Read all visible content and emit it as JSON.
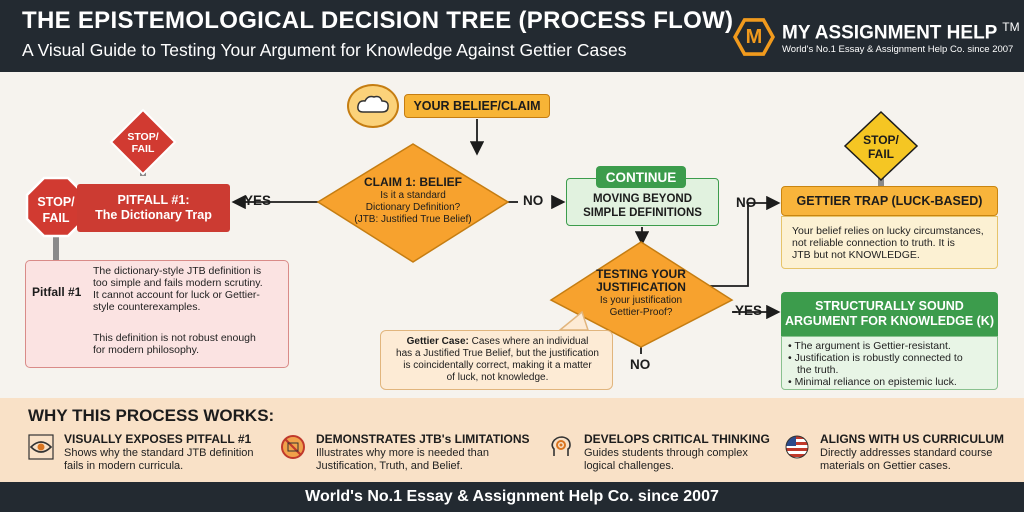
{
  "header": {
    "title": "THE EPISTEMOLOGICAL DECISION TREE (PROCESS FLOW)",
    "subtitle": "A Visual Guide to Testing Your Argument for Knowledge Against Gettier Cases",
    "brand_letter": "M",
    "brand_name": "MY ASSIGNMENT HELP",
    "brand_tm": "TM",
    "brand_tagline": "World's No.1 Essay & Assignment Help Co. since 2007"
  },
  "flow": {
    "start": "YOUR BELIEF/CLAIM",
    "claim1": {
      "title": "CLAIM 1: BELIEF",
      "lines": [
        "Is it a standard",
        "Dictionary Definition?",
        "(JTB: Justified True Belief)"
      ]
    },
    "yes_label": "YES",
    "no_label": "NO",
    "stop_label": [
      "STOP/",
      "FAIL"
    ],
    "pitfall": {
      "title": [
        "PITFALL #1:",
        "The Dictionary Trap"
      ],
      "tag": "Pitfall #1",
      "text_lines": [
        "The dictionary-style JTB definition is",
        "too simple and fails modern scrutiny.",
        "It cannot account for luck or Gettier-",
        "style counterexamples."
      ],
      "note_lines": [
        "This definition is not robust enough",
        "for modern philosophy."
      ]
    },
    "continue": "CONTINUE",
    "moving": [
      "MOVING BEYOND",
      "SIMPLE DEFINITIONS"
    ],
    "testing": {
      "title": [
        "TESTING YOUR",
        "JUSTIFICATION"
      ],
      "lines": [
        "Is your justification",
        "Gettier-Proof?"
      ]
    },
    "callout": {
      "term": "Gettier Case:",
      "lines": [
        " Cases where an individual",
        "has a Justified True Belief, but the justification",
        "is coincidentally correct, making it a matter",
        "of luck, not knowledge."
      ]
    },
    "gettier": {
      "title": "GETTIER TRAP (LUCK-BASED)",
      "lines": [
        "Your belief relies on lucky circumstances,",
        "not reliable connection to truth. It is",
        "JTB but not KNOWLEDGE."
      ]
    },
    "sound": {
      "title": [
        "STRUCTURALLY SOUND",
        "ARGUMENT FOR KNOWLEDGE (K)"
      ],
      "bullets": [
        "The argument is Gettier-resistant.",
        "Justification is robustly connected to",
        "the truth.",
        "Minimal reliance on epistemic luck."
      ]
    }
  },
  "why": {
    "heading": "WHY THIS PROCESS WORKS:",
    "features": [
      {
        "icon": "eye-icon",
        "title": "VISUALLY EXPOSES PITFALL #1",
        "desc": [
          "Shows why the standard JTB definition",
          "fails in modern curricula."
        ]
      },
      {
        "icon": "no-jtb-icon",
        "title": "DEMONSTRATES JTB's LIMITATIONS",
        "desc": [
          "Illustrates why more is needed than",
          "Justification, Truth, and Belief."
        ]
      },
      {
        "icon": "brain-gear-icon",
        "title": "DEVELOPS CRITICAL THINKING",
        "desc": [
          "Guides students through complex",
          "logical challenges."
        ]
      },
      {
        "icon": "us-flag-icon",
        "title": "ALIGNS WITH US CURRICULUM",
        "desc": [
          "Directly addresses standard course",
          "materials on Gettier cases."
        ]
      }
    ]
  },
  "footer": {
    "text": "World's No.1 Essay & Assignment Help Co. since 2007"
  },
  "colors": {
    "header_bg": "#232a31",
    "orange": "#f7a22e",
    "red": "#cc3b32",
    "green": "#3c9c4c",
    "yellow": "#f8b43b"
  }
}
